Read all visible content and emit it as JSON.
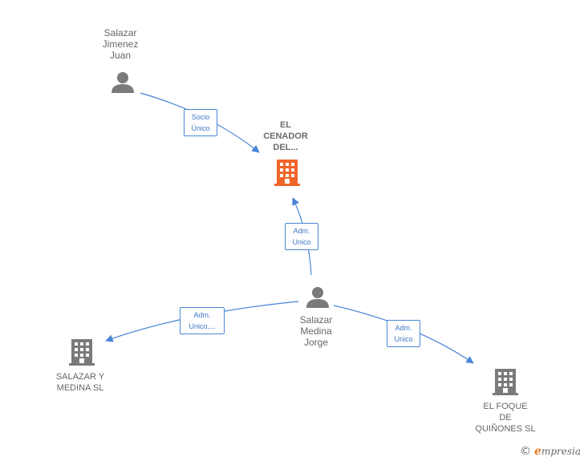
{
  "colors": {
    "edge": "#4a86d6",
    "person_icon": "#7a7a7a",
    "company_icon": "#7a7a7a",
    "focus_company_icon": "#f0652a"
  },
  "nodes": {
    "jimenez": {
      "name": "Salazar\nJimenez\nJuan",
      "icon": "person-icon"
    },
    "cenador": {
      "name": "EL\nCENADOR\nDEL...",
      "icon": "building-icon"
    },
    "medina_jorge": {
      "name": "Salazar\nMedina\nJorge",
      "icon": "person-icon"
    },
    "salazar_medina_sl": {
      "name": "SALAZAR Y\nMEDINA SL",
      "icon": "building-icon"
    },
    "foque": {
      "name": "EL FOQUE\nDE\nQUIÑONES SL",
      "icon": "building-icon"
    }
  },
  "edges": {
    "jimenez_cenador": {
      "line1": "Socio",
      "line2": "Único"
    },
    "jorge_cenador": {
      "line1": "Adm.",
      "line2": "Unico"
    },
    "jorge_salazar_sl": {
      "line1": "Adm.",
      "line2": "Unico,..."
    },
    "jorge_foque": {
      "line1": "Adm.",
      "line2": "Unico"
    }
  },
  "watermark": {
    "copyright": "©",
    "brand_first": "e",
    "brand_rest": "mpresia"
  }
}
